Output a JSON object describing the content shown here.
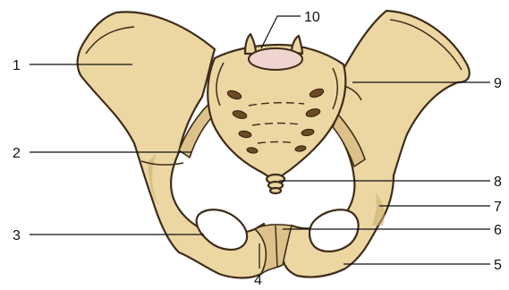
{
  "labels": {
    "l1": "1",
    "l2": "2",
    "l3": "3",
    "l4": "4",
    "l5": "5",
    "l6": "6",
    "l7": "7",
    "l8": "8",
    "l9": "9",
    "l10": "10"
  },
  "colors": {
    "bone": "#ecd7a3",
    "bone_outline": "#3e2d1a",
    "sacral_disc": "#f0d4cf",
    "sacral_foramina": "#6b4a25",
    "background": "#ffffff"
  }
}
